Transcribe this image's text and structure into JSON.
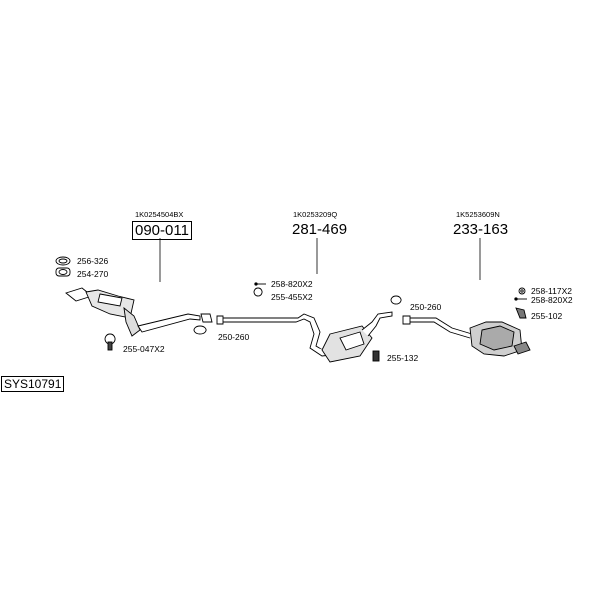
{
  "system_code": "SYS10791",
  "sections": [
    {
      "oem": "1K0254504BX",
      "part": "090-011"
    },
    {
      "oem": "1K0253209Q",
      "part": "281-469"
    },
    {
      "oem": "1K5253609N",
      "part": "233-163"
    }
  ],
  "parts": {
    "front": [
      "256-326",
      "254-270",
      "255-047X2",
      "250-260"
    ],
    "middle": [
      "258-820X2",
      "255-455X2",
      "250-260",
      "255-132"
    ],
    "rear": [
      "258-117X2",
      "258-820X2",
      "255-102"
    ]
  }
}
